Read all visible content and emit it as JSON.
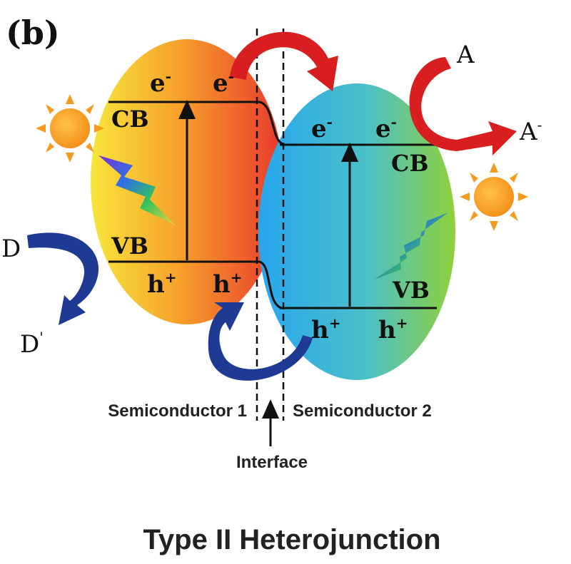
{
  "panel_label": "(b)",
  "semiconductor1": {
    "label": "Semiconductor 1",
    "cb": "CB",
    "vb": "VB",
    "electron": "e",
    "electron_sup": "-",
    "hole": "h",
    "hole_sup": "+"
  },
  "semiconductor2": {
    "label": "Semiconductor 2",
    "cb": "CB",
    "vb": "VB",
    "electron": "e",
    "electron_sup": "-",
    "hole": "h",
    "hole_sup": "+"
  },
  "species": {
    "acceptor": "A",
    "acceptor_reduced": "A",
    "acceptor_reduced_sup": "-",
    "donor": "D",
    "donor_oxidized": "D",
    "donor_oxidized_sup": "'"
  },
  "interface_label": "Interface",
  "title": "Type II Heterojunction",
  "colors": {
    "electron_arrow": "#d81e1e",
    "hole_arrow": "#1f3a93",
    "sc1_start": "#f7e23a",
    "sc1_end": "#e83a2a",
    "sc2_start": "#29a8ec",
    "sc2_end": "#86cf3f",
    "sun": "#f59a1e"
  }
}
